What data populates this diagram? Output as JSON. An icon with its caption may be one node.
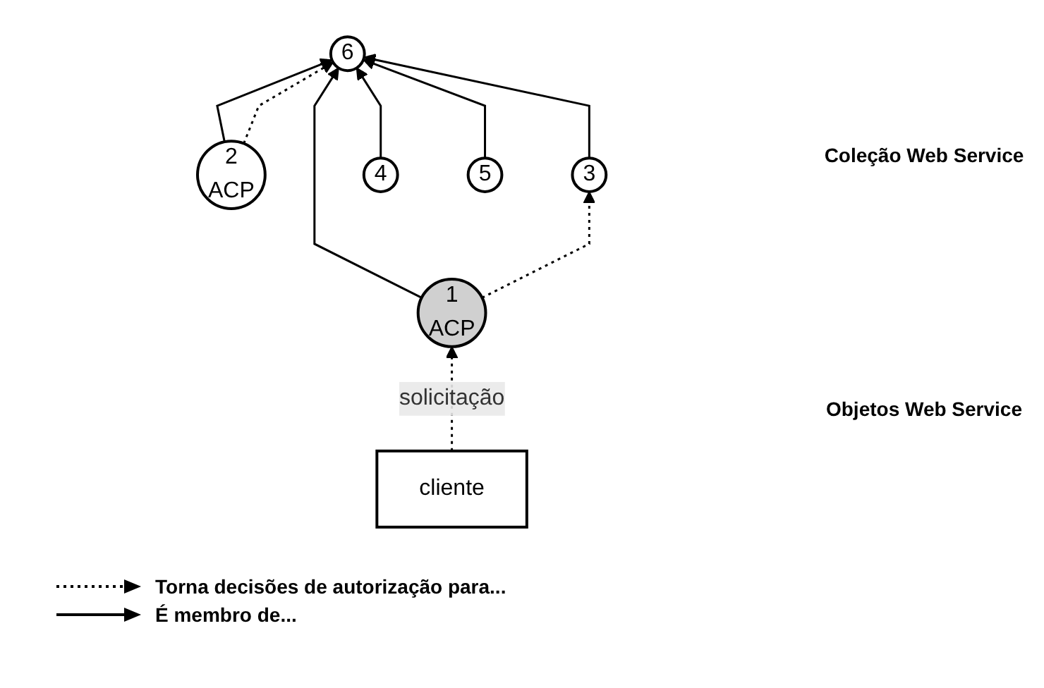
{
  "diagram": {
    "nodes": [
      {
        "text": [
          "6"
        ]
      },
      {
        "text": [
          "1",
          "ACP"
        ]
      },
      {
        "text": [
          "2",
          "ACP"
        ]
      },
      {
        "text": [
          "3"
        ]
      },
      {
        "text": [
          "4"
        ]
      },
      {
        "text": [
          "5"
        ]
      },
      {
        "text": [
          "cliente"
        ]
      }
    ],
    "edges": [
      {
        "from": 1,
        "to": 0,
        "arrow": "to"
      },
      {
        "from": 2,
        "to": 0,
        "arrow": "to"
      },
      {
        "from": 3,
        "to": 0,
        "arrow": "to"
      },
      {
        "from": 4,
        "to": 0,
        "arrow": "to"
      },
      {
        "from": 5,
        "to": 0,
        "arrow": "to"
      },
      {
        "from": 2,
        "to": 0,
        "arrow": "to",
        "style": "dashed"
      },
      {
        "from": 1,
        "to": 3,
        "arrow": "to",
        "style": "dashed"
      },
      {
        "from": 6,
        "to": 1,
        "arrow": "to",
        "style": "dashed",
        "label": "solicitação"
      }
    ],
    "labels": [
      "Coleção Web Service",
      "Objetos Web Service"
    ],
    "legend": [
      {
        "text": "Torna decisões de autorização para..."
      },
      {
        "text": "É membro de..."
      }
    ]
  }
}
